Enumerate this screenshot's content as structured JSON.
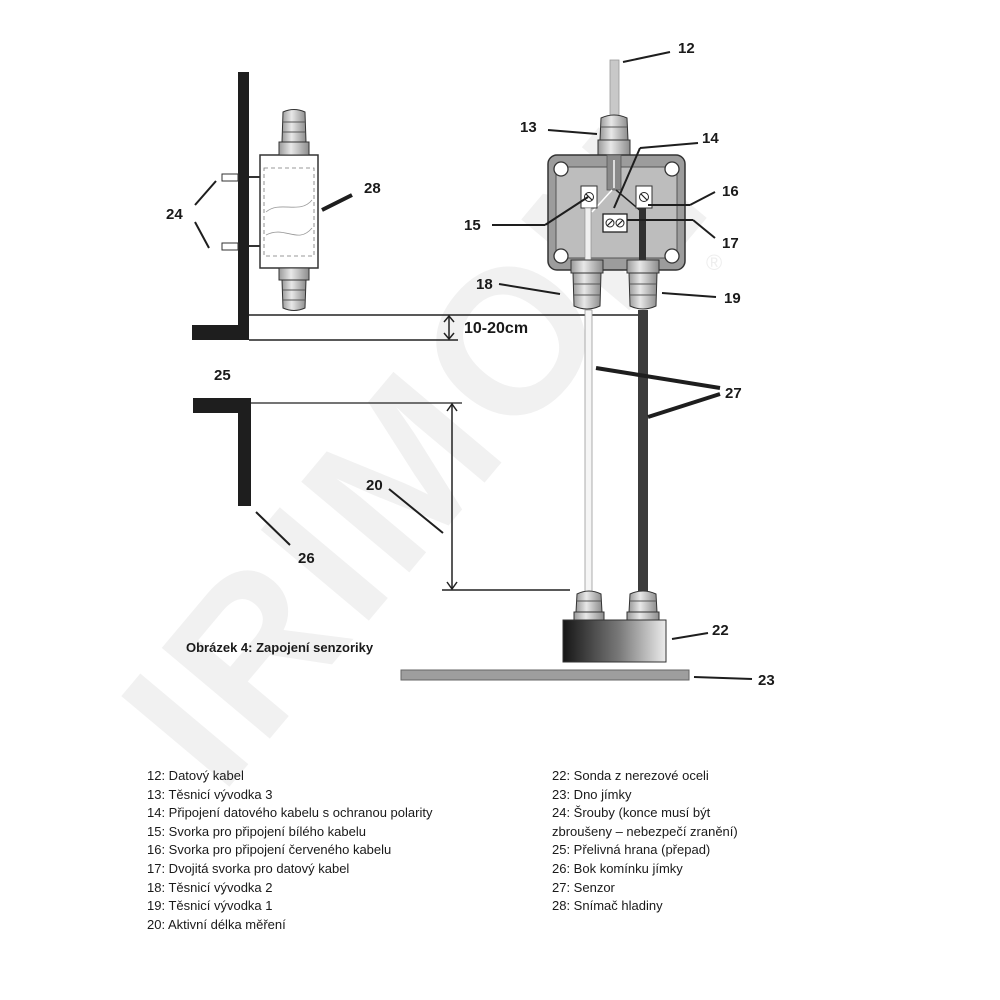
{
  "figure": {
    "caption": "Obrázek 4: Zapojení senzoriky",
    "watermark": "IRIMON",
    "dimension_label": "10-20cm",
    "callouts": {
      "n12": "12",
      "n13": "13",
      "n14": "14",
      "n15": "15",
      "n16": "16",
      "n17": "17",
      "n18": "18",
      "n19": "19",
      "n20": "20",
      "n22": "22",
      "n23": "23",
      "n24": "24",
      "n25": "25",
      "n26": "26",
      "n27": "27",
      "n28": "28"
    }
  },
  "legend": {
    "left": [
      "12: Datový kabel",
      "13: Těsnicí vývodka 3",
      "14: Připojení datového kabelu s ochranou polarity",
      "15: Svorka pro připojení bílého kabelu",
      "16: Svorka pro připojení červeného kabelu",
      "17: Dvojitá svorka pro datový kabel",
      "18: Těsnicí vývodka 2",
      "19: Těsnicí vývodka 1",
      "20: Aktivní délka měření"
    ],
    "right": [
      "22: Sonda z nerezové oceli",
      "23: Dno jímky",
      "24: Šrouby (konce musí být",
      "zbroušeny – nebezpečí zranění)",
      "25: Přelivná hrana (přepad)",
      "26: Bok komínku jímky",
      "27: Senzor",
      "28: Snímač hladiny"
    ]
  }
}
